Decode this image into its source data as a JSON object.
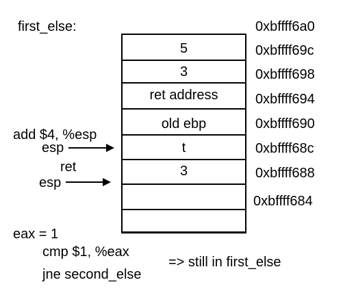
{
  "section_label": "first_else:",
  "stack_cells": [
    {
      "content": "5"
    },
    {
      "content": "3"
    },
    {
      "content": "ret address"
    },
    {
      "content": "old ebp"
    },
    {
      "content": "t"
    },
    {
      "content": "3"
    },
    {
      "content": ""
    },
    {
      "content": ""
    }
  ],
  "addresses": [
    "0xbffff6a0",
    "0xbffff69c",
    "0xbffff698",
    "0xbffff694",
    "0xbffff690",
    "0xbffff68c",
    "0xbffff688",
    "0xbffff684"
  ],
  "pointers": [
    {
      "caption": "add $4, %esp",
      "label": "esp"
    },
    {
      "caption": "ret",
      "label": "esp"
    }
  ],
  "registers": {
    "eax_value": "eax = 1"
  },
  "code": {
    "line1": "cmp $1, %eax",
    "line2": "jne second_else",
    "note": "=> still in first_else"
  },
  "colors": {
    "ink": "#000000",
    "background": "#ffffff"
  }
}
